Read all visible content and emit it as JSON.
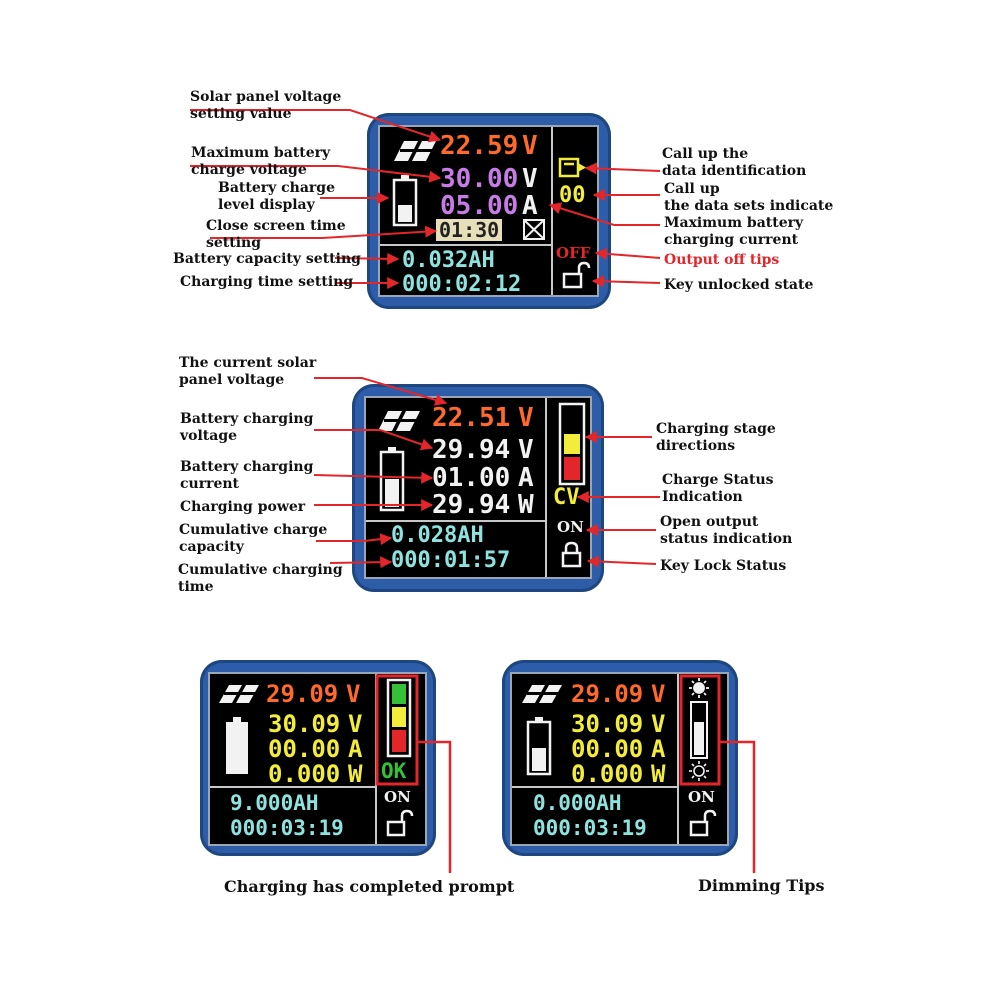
{
  "colors": {
    "orange": "#ff6a2a",
    "purple": "#c77be6",
    "white": "#f2f2f2",
    "yellow": "#f2ec3a",
    "cyan": "#8fe3df",
    "green": "#34c138",
    "red": "#e3262a",
    "device_blue": "#2d5da9"
  },
  "panel1": {
    "solar_voltage": "22.59",
    "unit_v": "V",
    "max_charge_voltage": "30.00",
    "unit_v2": "V",
    "max_charge_current": "05.00",
    "unit_a": "A",
    "close_screen_time": "01:30",
    "data_set_number": "00",
    "output_status": "OFF",
    "battery_capacity": "0.032AH",
    "charging_time": "000:02:12",
    "icons": [
      "solar-panel-icon",
      "battery-icon",
      "box-x-icon",
      "save-arrow-icon",
      "unlock-icon"
    ],
    "labels": {
      "solar_voltage_setting": "Solar panel voltage\nsetting value",
      "max_battery_charge_voltage": "Maximum battery\ncharge voltage",
      "battery_level_display": "Battery charge\nlevel display",
      "close_screen_time": "Close screen time\nsetting",
      "battery_capacity_setting": "Battery capacity setting",
      "charging_time_setting": "Charging time setting",
      "call_up_data_id": "Call up the\ndata identification",
      "call_up_data_sets": "Call up\nthe data sets indicate",
      "max_charging_current": "Maximum battery\ncharging current",
      "output_off_tips": "Output off tips",
      "key_unlocked": "Key unlocked state"
    }
  },
  "panel2": {
    "solar_voltage": "22.51",
    "unit_v": "V",
    "charge_voltage": "29.94",
    "unit_v2": "V",
    "charge_current": "01.00",
    "unit_a": "A",
    "charge_power": "29.94",
    "unit_w": "W",
    "charge_status": "CV",
    "output_status": "ON",
    "cumulative_capacity": "0.028AH",
    "cumulative_time": "000:01:57",
    "icons": [
      "solar-panel-icon",
      "battery-icon",
      "stage-bar-icon",
      "lock-icon"
    ],
    "labels": {
      "current_solar_voltage": "The current solar\npanel voltage",
      "battery_charging_voltage": "Battery charging\n voltage",
      "battery_charging_current": "Battery charging\ncurrent",
      "charging_power": "Charging power",
      "cumulative_capacity": "Cumulative charge\n capacity",
      "cumulative_time": "Cumulative charging\n time",
      "charging_stage": "Charging stage\ndirections",
      "charge_status": "Charge Status\nIndication",
      "open_output": "Open output\nstatus indication",
      "key_lock": "Key Lock Status"
    }
  },
  "panel3": {
    "solar_voltage": "29.09",
    "unit_v": "V",
    "battery_voltage": "30.09",
    "unit_v2": "V",
    "current": "00.00",
    "unit_a": "A",
    "power": "0.000",
    "unit_w": "W",
    "ok_text": "OK",
    "output_status": "ON",
    "capacity": "9.000AH",
    "time": "000:03:19",
    "caption": "Charging has completed prompt"
  },
  "panel4": {
    "solar_voltage": "29.09",
    "unit_v": "V",
    "battery_voltage": "30.09",
    "unit_v2": "V",
    "current": "00.00",
    "unit_a": "A",
    "power": "0.000",
    "unit_w": "W",
    "output_status": "ON",
    "capacity": "0.000AH",
    "time": "000:03:19",
    "caption": "Dimming Tips"
  }
}
